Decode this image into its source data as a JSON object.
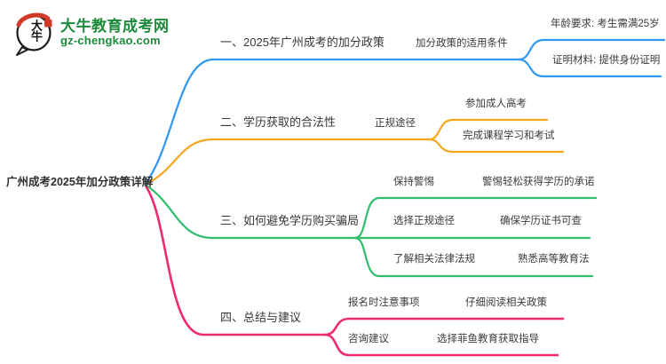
{
  "logo": {
    "brand": "大牛教育成考网",
    "domain": "gz-chengkao.com",
    "bubble_text": "大牛",
    "brand_color": "#1e8a3c",
    "accent_red": "#d03a28",
    "outline_color": "#1c1c1c"
  },
  "root": {
    "label": "广州成考2025年加分政策详解"
  },
  "branches": [
    {
      "label": "一、2025年广州成考的加分政策",
      "color": "#2e96f3",
      "children": [
        {
          "label": "加分政策的适用条件",
          "children": [
            {
              "label": "年龄要求: 考生需满25岁"
            },
            {
              "label": "证明材料: 提供身份证明"
            }
          ]
        }
      ]
    },
    {
      "label": "二、学历获取的合法性",
      "color": "#f7a61c",
      "children": [
        {
          "label": "正规途径",
          "children": [
            {
              "label": "参加成人高考"
            },
            {
              "label": "完成课程学习和考试"
            }
          ]
        }
      ]
    },
    {
      "label": "三、如何避免学历购买骗局",
      "color": "#2fbd6e",
      "children": [
        {
          "label": "保持警惕",
          "children": [
            {
              "label": "警惕轻松获得学历的承诺"
            }
          ]
        },
        {
          "label": "选择正规途径",
          "children": [
            {
              "label": "确保学历证书可查"
            }
          ]
        },
        {
          "label": "了解相关法律法规",
          "children": [
            {
              "label": "熟悉高等教育法"
            }
          ]
        }
      ]
    },
    {
      "label": "四、总结与建议",
      "color": "#ef2a6e",
      "children": [
        {
          "label": "报名时注意事项",
          "children": [
            {
              "label": "仔细阅读相关政策"
            }
          ]
        },
        {
          "label": "咨询建议",
          "children": [
            {
              "label": "选择菲鱼教育获取指导"
            }
          ]
        }
      ]
    }
  ]
}
